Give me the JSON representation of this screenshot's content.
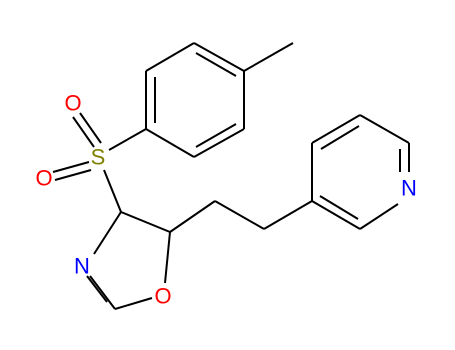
{
  "structure": {
    "atoms": {
      "sulfur": {
        "symbol": "S",
        "color": "#808000"
      },
      "oxygen_top": {
        "symbol": "O",
        "color": "#ff0000"
      },
      "oxygen_left": {
        "symbol": "O",
        "color": "#ff0000"
      },
      "ring_nitrogen": {
        "symbol": "N",
        "color": "#0000ff"
      },
      "ring_oxygen": {
        "symbol": "O",
        "color": "#ff0000"
      },
      "pyridine_nitrogen": {
        "symbol": "N",
        "color": "#0000ff"
      }
    },
    "bond_color": "#000000"
  }
}
